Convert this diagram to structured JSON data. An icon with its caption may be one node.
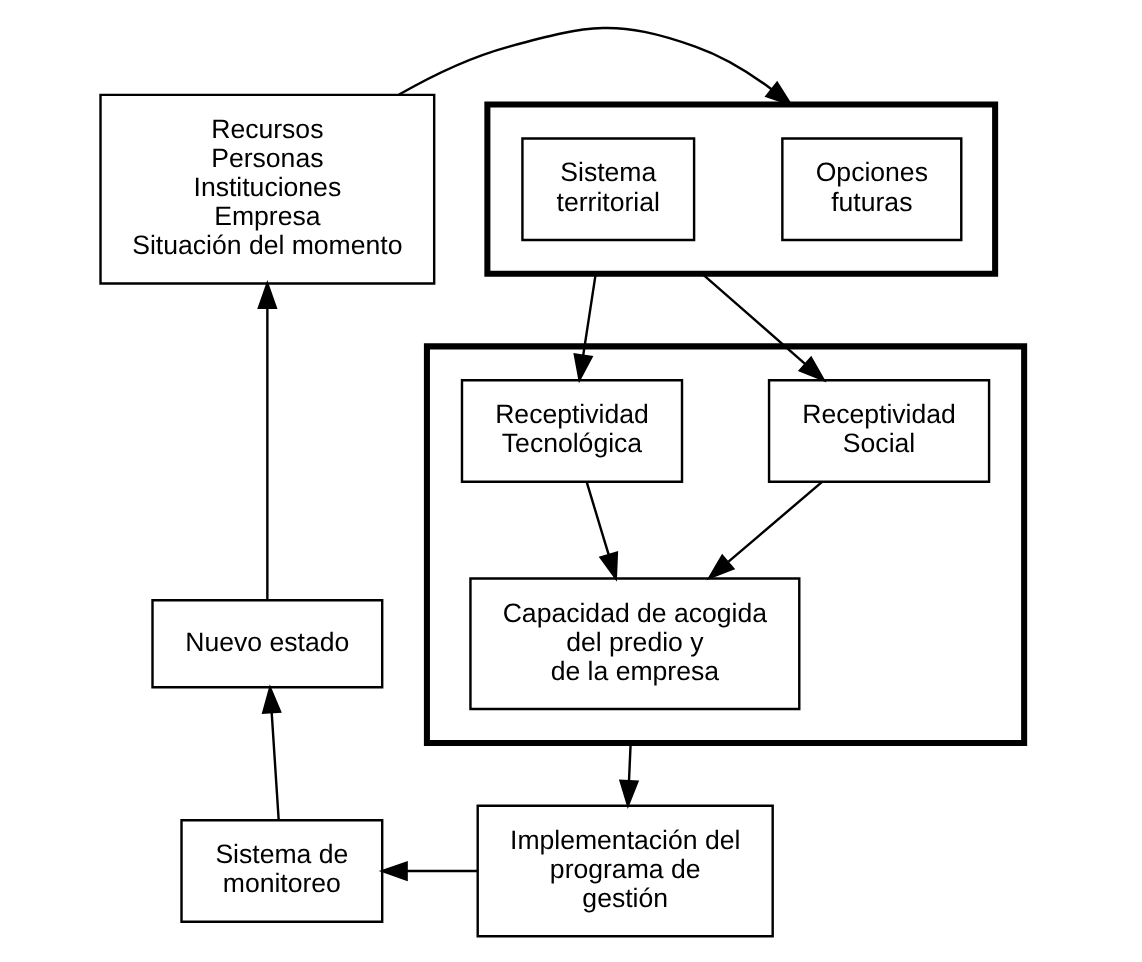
{
  "diagram": {
    "nodes": [
      {
        "text": [
          "Recursos",
          "Personas",
          "Instituciones",
          "Empresa",
          "Situación del momento"
        ]
      },
      {
        "text": [],
        "shape": "box"
      },
      {
        "text": [
          "Opciones futuras"
        ],
        "in": 1
      },
      {
        "text": [
          "Sistema territorial"
        ],
        "in": 1
      },
      {
        "text": [],
        "shape": "box"
      },
      {
        "text": [
          "Receptividad Social"
        ],
        "in": 4
      },
      {
        "text": [
          "Receptividad Tecnológica"
        ],
        "in": 4
      },
      {
        "text": [
          "Capacidad de acogida del predio y de la empresa"
        ],
        "in": 4
      },
      {
        "text": [
          "Implementación del programa de gestión"
        ]
      },
      {
        "text": [
          "Sistema de monitoreo"
        ]
      },
      {
        "text": [
          "Nuevo estado"
        ]
      }
    ],
    "edges": [
      {
        "from": 0,
        "to": 1,
        "arrow": "to"
      },
      {
        "from": 1,
        "to": 5,
        "arrow": "to"
      },
      {
        "from": 1,
        "to": 6,
        "arrow": "to"
      },
      {
        "from": 5,
        "to": 7,
        "arrow": "to"
      },
      {
        "from": 6,
        "to": 7,
        "arrow": "to"
      },
      {
        "from": 4,
        "to": 8,
        "arrow": "to"
      },
      {
        "from": 8,
        "to": 9,
        "arrow": "to"
      },
      {
        "from": 9,
        "to": 10,
        "arrow": "to"
      },
      {
        "from": 10,
        "to": 0,
        "arrow": "to"
      }
    ]
  }
}
